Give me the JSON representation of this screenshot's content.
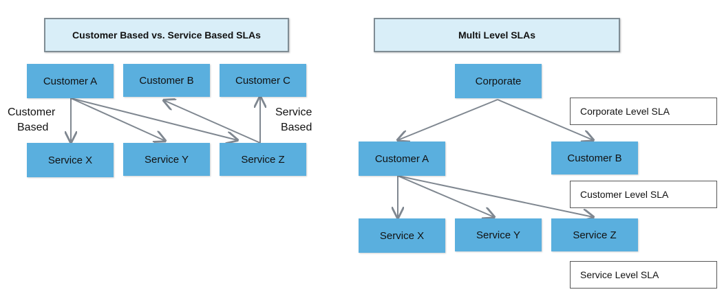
{
  "left_panel": {
    "title": "Customer Based vs. Service Based SLAs",
    "customers": [
      "Customer A",
      "Customer B",
      "Customer C"
    ],
    "services": [
      "Service X",
      "Service Y",
      "Service Z"
    ],
    "customer_based_label": [
      "Customer",
      "Based"
    ],
    "service_based_label": [
      "Service",
      "Based"
    ]
  },
  "right_panel": {
    "title": "Multi Level SLAs",
    "corporate": "Corporate",
    "customers": [
      "Customer A",
      "Customer B"
    ],
    "services": [
      "Service X",
      "Service Y",
      "Service Z"
    ],
    "level_labels": [
      "Corporate Level SLA",
      "Customer Level SLA",
      "Service Level SLA"
    ]
  },
  "colors": {
    "node": "#5aafde",
    "title_bg": "#d9eef8",
    "arrow": "#7f8790"
  }
}
